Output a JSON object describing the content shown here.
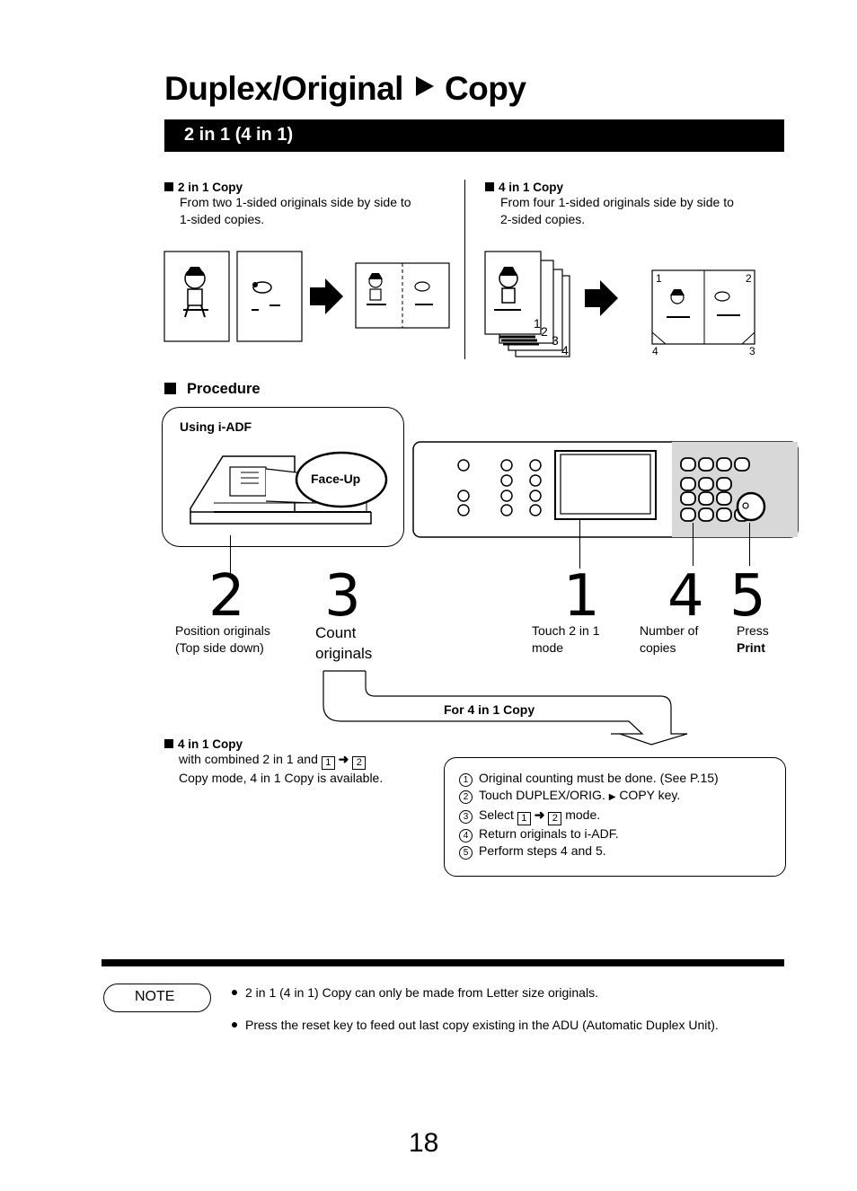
{
  "header": {
    "title_left": "Duplex/Original",
    "title_right": "Copy",
    "banner": "2 in 1 (4 in 1)"
  },
  "intro": {
    "two_in_one": {
      "heading": "2 in 1 Copy",
      "line1": "From two 1-sided originals side by side to",
      "line2": "1-sided copies."
    },
    "four_in_one": {
      "heading": "4 in 1 Copy",
      "line1": "From four 1-sided originals side by side to",
      "line2": "2-sided copies."
    },
    "page_numbers": [
      "1",
      "2",
      "3",
      "4"
    ]
  },
  "procedure": {
    "heading": "Procedure",
    "adf_label": "Using i-ADF",
    "face_up": "Face-Up",
    "steps": [
      {
        "num": "2",
        "line1": "Position originals",
        "line2": "(Top side down)"
      },
      {
        "num": "3",
        "line1": "Count",
        "line2": "originals"
      },
      {
        "num": "1",
        "line1": "Touch 2 in 1",
        "line2": "mode"
      },
      {
        "num": "4",
        "line1": "Number of",
        "line2": "copies"
      },
      {
        "num": "5",
        "line1": "Press",
        "line2": "Print"
      }
    ],
    "four_in_one_callout": "For 4 in 1 Copy"
  },
  "four_in_one_note": {
    "heading": "4 in 1 Copy",
    "line1_pre": "with combined 2 in 1 and",
    "line2": "Copy mode, 4 in 1 Copy is available.",
    "key1": "1",
    "key2": "2"
  },
  "four_in_one_steps": [
    {
      "n": "1",
      "text": "Original counting must be done. (See P.15)"
    },
    {
      "n": "2",
      "pre": "Touch DUPLEX/ORIG.",
      "post": "COPY key."
    },
    {
      "n": "3",
      "pre": "Select",
      "post": "mode."
    },
    {
      "n": "4",
      "text": "Return originals to i-ADF."
    },
    {
      "n": "5",
      "text": "Perform steps 4 and 5."
    }
  ],
  "note": {
    "label": "NOTE",
    "items": [
      "2 in 1 (4 in 1) Copy can only be made from Letter size originals.",
      "Press the reset key to feed out last copy existing in the ADU (Automatic Duplex Unit)."
    ]
  },
  "page_number": "18"
}
